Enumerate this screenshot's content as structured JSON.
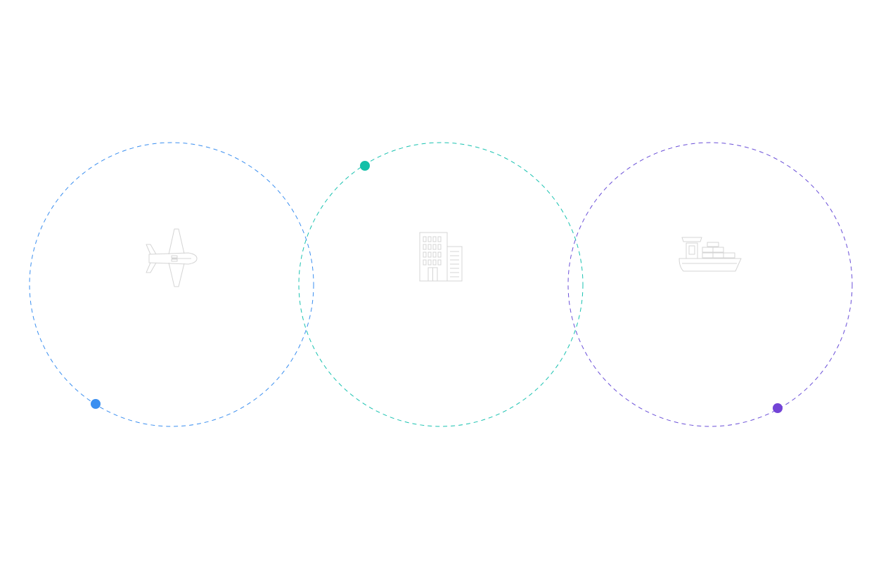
{
  "rings": [
    {
      "name": "air",
      "icon": "airplane-icon",
      "color": "#3b8ff0",
      "dot_color": "#3b8ff0"
    },
    {
      "name": "building",
      "icon": "office-building-icon",
      "color": "#19c2b0",
      "dot_color": "#14c0a8"
    },
    {
      "name": "sea",
      "icon": "cargo-ship-icon",
      "color": "#6a4fd8",
      "dot_color": "#7344d6"
    }
  ],
  "icon_stroke_color": "#d4d4d4"
}
